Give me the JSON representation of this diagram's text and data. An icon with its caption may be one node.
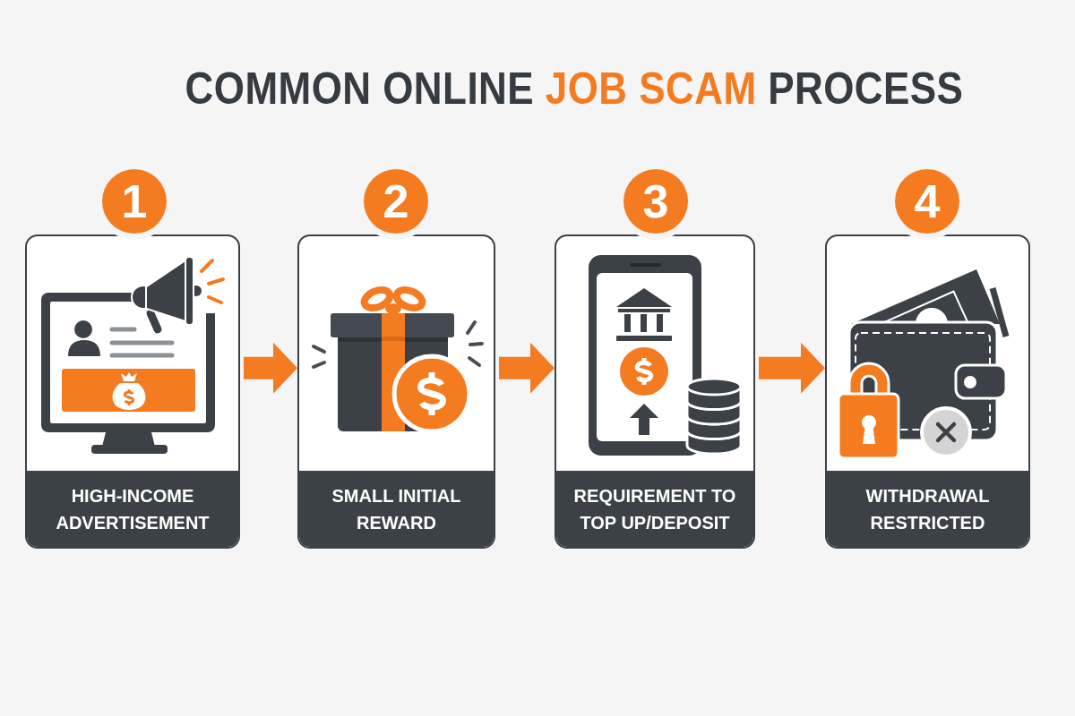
{
  "diagram": {
    "title": "COMMON ONLINE **JOB SCAM** PROCESS",
    "nodes": [
      {
        "text": [
          "1"
        ]
      },
      {
        "text": [
          "HIGH-INCOME ADVERTISEMENT"
        ]
      },
      {
        "text": [
          "2"
        ]
      },
      {
        "text": [
          "SMALL INITIAL REWARD"
        ]
      },
      {
        "text": [
          "3"
        ]
      },
      {
        "text": [
          "REQUIREMENT TO TOP UP/DEPOSIT"
        ]
      },
      {
        "text": [
          "4"
        ]
      },
      {
        "text": [
          "WITHDRAWAL RESTRICTED"
        ]
      }
    ],
    "edges": [
      {
        "from": 1,
        "to": 3,
        "arrow": "to"
      },
      {
        "from": 3,
        "to": 5,
        "arrow": "to"
      },
      {
        "from": 5,
        "to": 7,
        "arrow": "to"
      }
    ]
  }
}
